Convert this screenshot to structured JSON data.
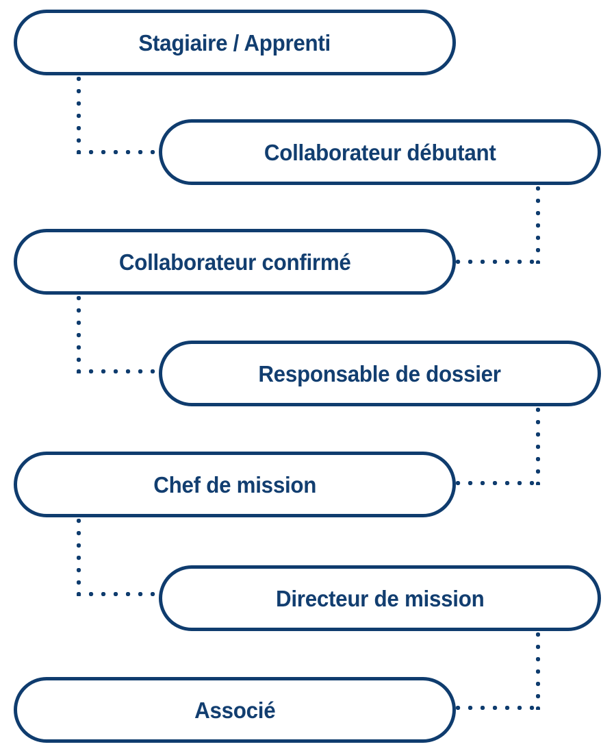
{
  "diagram": {
    "type": "career-ladder-flow",
    "title_present": false,
    "colors": {
      "line": "#0f3c6e",
      "text": "#123e70",
      "background": "#ffffff"
    },
    "nodes": [
      {
        "id": "stagiaire",
        "label": "Stagiaire / Apprenti",
        "level": 1,
        "align": "left"
      },
      {
        "id": "collaborateur-debutant",
        "label": "Collaborateur débutant",
        "level": 2,
        "align": "right"
      },
      {
        "id": "collaborateur-confirme",
        "label": "Collaborateur confirmé",
        "level": 3,
        "align": "left"
      },
      {
        "id": "responsable-de-dossier",
        "label": "Responsable de dossier",
        "level": 4,
        "align": "right"
      },
      {
        "id": "chef-de-mission",
        "label": "Chef de mission",
        "level": 5,
        "align": "left"
      },
      {
        "id": "directeur-de-mission",
        "label": "Directeur de mission",
        "level": 6,
        "align": "right"
      },
      {
        "id": "associe",
        "label": "Associé",
        "level": 7,
        "align": "left"
      }
    ],
    "connectors": [
      {
        "from": "stagiaire",
        "to": "collaborateur-debutant",
        "style": "dotted",
        "shape": "elbow-down-right"
      },
      {
        "from": "collaborateur-debutant",
        "to": "collaborateur-confirme",
        "style": "dotted",
        "shape": "elbow-down-left"
      },
      {
        "from": "collaborateur-confirme",
        "to": "responsable-de-dossier",
        "style": "dotted",
        "shape": "elbow-down-right"
      },
      {
        "from": "responsable-de-dossier",
        "to": "chef-de-mission",
        "style": "dotted",
        "shape": "elbow-down-left"
      },
      {
        "from": "chef-de-mission",
        "to": "directeur-de-mission",
        "style": "dotted",
        "shape": "elbow-down-right"
      },
      {
        "from": "directeur-de-mission",
        "to": "associe",
        "style": "dotted",
        "shape": "elbow-down-left"
      }
    ]
  }
}
